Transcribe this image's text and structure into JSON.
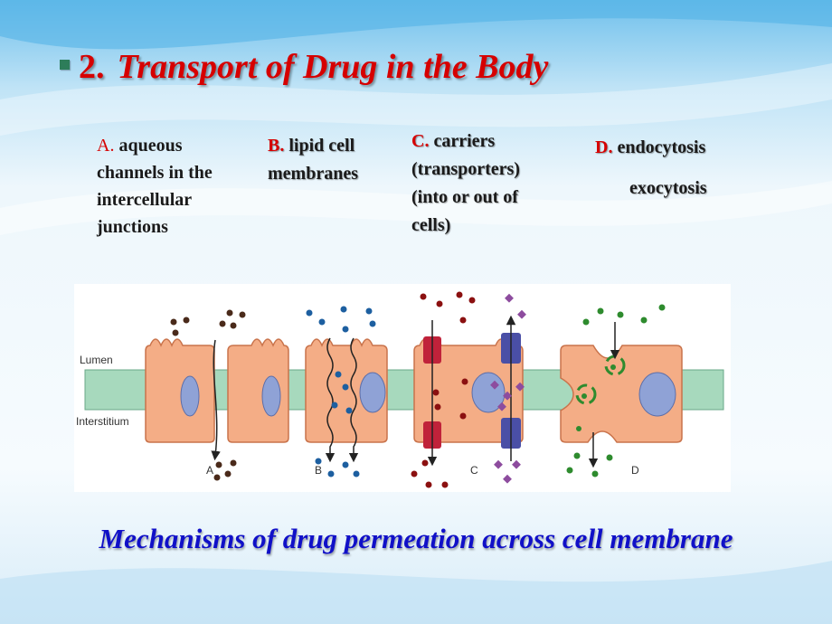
{
  "title": {
    "number": "2.",
    "text": "Transport of Drug in the Body"
  },
  "mechanisms": {
    "a": {
      "letter": "A.",
      "lines": [
        "aqueous",
        "channels in the",
        "intercellular",
        "junctions"
      ]
    },
    "b": {
      "letter": "B.",
      "lines": [
        "lipid cell",
        "membranes"
      ]
    },
    "c": {
      "letter": "C.",
      "lines": [
        "carriers",
        "(transporters)",
        "(into or out of",
        "cells)"
      ]
    },
    "d": {
      "letter": "D.",
      "lines": [
        "endocytosis",
        "exocytosis"
      ]
    }
  },
  "figure": {
    "lumen_label": "Lumen",
    "interstitium_label": "Interstitium",
    "panel_labels": [
      "A",
      "B",
      "C",
      "D"
    ]
  },
  "caption": "Mechanisms of drug permeation across cell membrane",
  "colors": {
    "title": "#d60000",
    "caption": "#1010c8",
    "cell": "#f4ad86",
    "nucleus": "#8fa2d6",
    "band": "#a7d9bd",
    "drug_a": "#4a2a1a",
    "drug_b": "#1d5fa0",
    "drug_c_red": "#8b1010",
    "drug_c_purple": "#8d4c9e",
    "drug_d": "#2e8b2e"
  }
}
